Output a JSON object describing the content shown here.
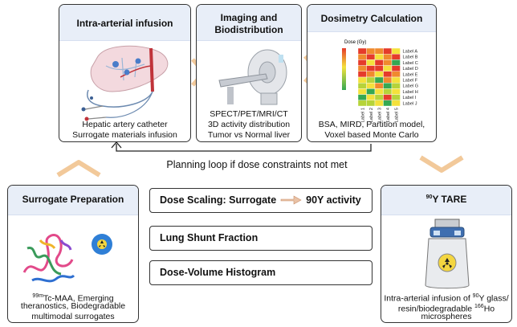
{
  "top": {
    "infusion": {
      "title": "Intra-arterial infusion",
      "caption_lines": [
        "Hepatic artery catheter",
        "Surrogate materials infusion"
      ]
    },
    "imaging": {
      "title_lines": [
        "Imaging and",
        "Biodistribution"
      ],
      "caption_lines": [
        "SPECT/PET/MRI/CT",
        "3D activity distribution",
        "Tumor vs Normal liver"
      ]
    },
    "dosimetry": {
      "title": "Dosimetry Calculation",
      "heatmap": {
        "scale_label": "Dose (Gy)",
        "row_labels": [
          "Label A",
          "Label B",
          "Label C",
          "Label D",
          "Label E",
          "Label F",
          "Label G",
          "Label H",
          "Label I",
          "Label J"
        ],
        "col_labels": [
          "Label 1",
          "Label 2",
          "Label 3",
          "Label 4",
          "Label 5"
        ],
        "palette": {
          "r": "#e53b2b",
          "o": "#f08a2e",
          "y": "#f4e13c",
          "l": "#b6d33a",
          "g": "#35a852"
        },
        "cells": [
          [
            "r",
            "o",
            "o",
            "r",
            "y"
          ],
          [
            "o",
            "r",
            "y",
            "o",
            "r"
          ],
          [
            "r",
            "y",
            "r",
            "o",
            "g"
          ],
          [
            "o",
            "r",
            "r",
            "y",
            "r"
          ],
          [
            "r",
            "o",
            "y",
            "r",
            "o"
          ],
          [
            "y",
            "l",
            "g",
            "o",
            "y"
          ],
          [
            "l",
            "y",
            "o",
            "g",
            "l"
          ],
          [
            "y",
            "g",
            "y",
            "l",
            "y"
          ],
          [
            "g",
            "y",
            "l",
            "r",
            "l"
          ],
          [
            "l",
            "l",
            "y",
            "g",
            "y"
          ]
        ]
      },
      "caption_lines": [
        "BSA, MIRD, Partition model,",
        "Voxel based Monte Carlo"
      ]
    }
  },
  "loop_label": "Planning loop if dose constraints not met",
  "surrogate": {
    "title": "Surrogate Preparation",
    "caption_html_lines": [
      "<sup>99m</sup>Tc-MAA,  Emerging",
      "theranostics, Biodegradable",
      "multimodal surrogates"
    ]
  },
  "middle": {
    "dose_scaling_prefix": "Dose Scaling: Surrogate",
    "dose_scaling_suffix": "90Y activity",
    "lung_shunt": "Lung Shunt Fraction",
    "dvh": "Dose-Volume Histogram"
  },
  "tare": {
    "title_html": "<sup>90</sup>Y TARE",
    "caption_html_lines": [
      "Intra-arterial infusion of <sup>90</sup>Y glass/",
      "resin/biodegradable <sup>166</sup>Ho",
      "microspheres"
    ]
  },
  "colors": {
    "header_bg": "#e8eef8",
    "chevron": "#f2c99a",
    "chevron_edge": "#d9a66a",
    "arrow": "#e9c2a6"
  }
}
